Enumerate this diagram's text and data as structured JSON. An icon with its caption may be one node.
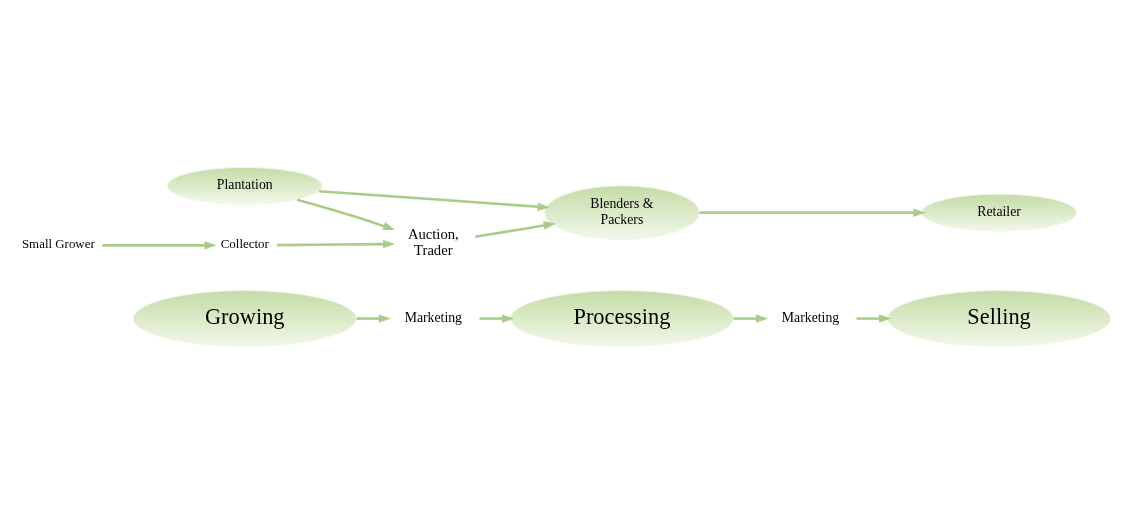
{
  "diagram": {
    "nodes": [
      {
        "text": [
          "Growing"
        ]
      },
      {
        "text": [
          "Marketing"
        ]
      },
      {
        "text": [
          "Processing"
        ]
      },
      {
        "text": [
          "Marketing"
        ]
      },
      {
        "text": [
          "Selling"
        ]
      },
      {
        "text": [
          "Plantation"
        ]
      },
      {
        "text": [
          "Blenders & Packers"
        ]
      },
      {
        "text": [
          "Retailer"
        ]
      },
      {
        "text": [
          "Auction, Trader"
        ]
      },
      {
        "text": [
          "Small Grower"
        ]
      },
      {
        "text": [
          "Collector"
        ]
      }
    ],
    "edges": [
      {
        "from": 0,
        "to": 1,
        "arrow": "to"
      },
      {
        "from": 1,
        "to": 2,
        "arrow": "to"
      },
      {
        "from": 2,
        "to": 3,
        "arrow": "to"
      },
      {
        "from": 3,
        "to": 4,
        "arrow": "to"
      },
      {
        "from": 5,
        "to": 6,
        "arrow": "to"
      },
      {
        "from": 6,
        "to": 7,
        "arrow": "to"
      },
      {
        "from": 5,
        "to": 8,
        "arrow": "to"
      },
      {
        "from": 8,
        "to": 6,
        "arrow": "to"
      },
      {
        "from": 9,
        "to": 10,
        "arrow": "to"
      },
      {
        "from": 10,
        "to": 8,
        "arrow": "to"
      }
    ]
  }
}
